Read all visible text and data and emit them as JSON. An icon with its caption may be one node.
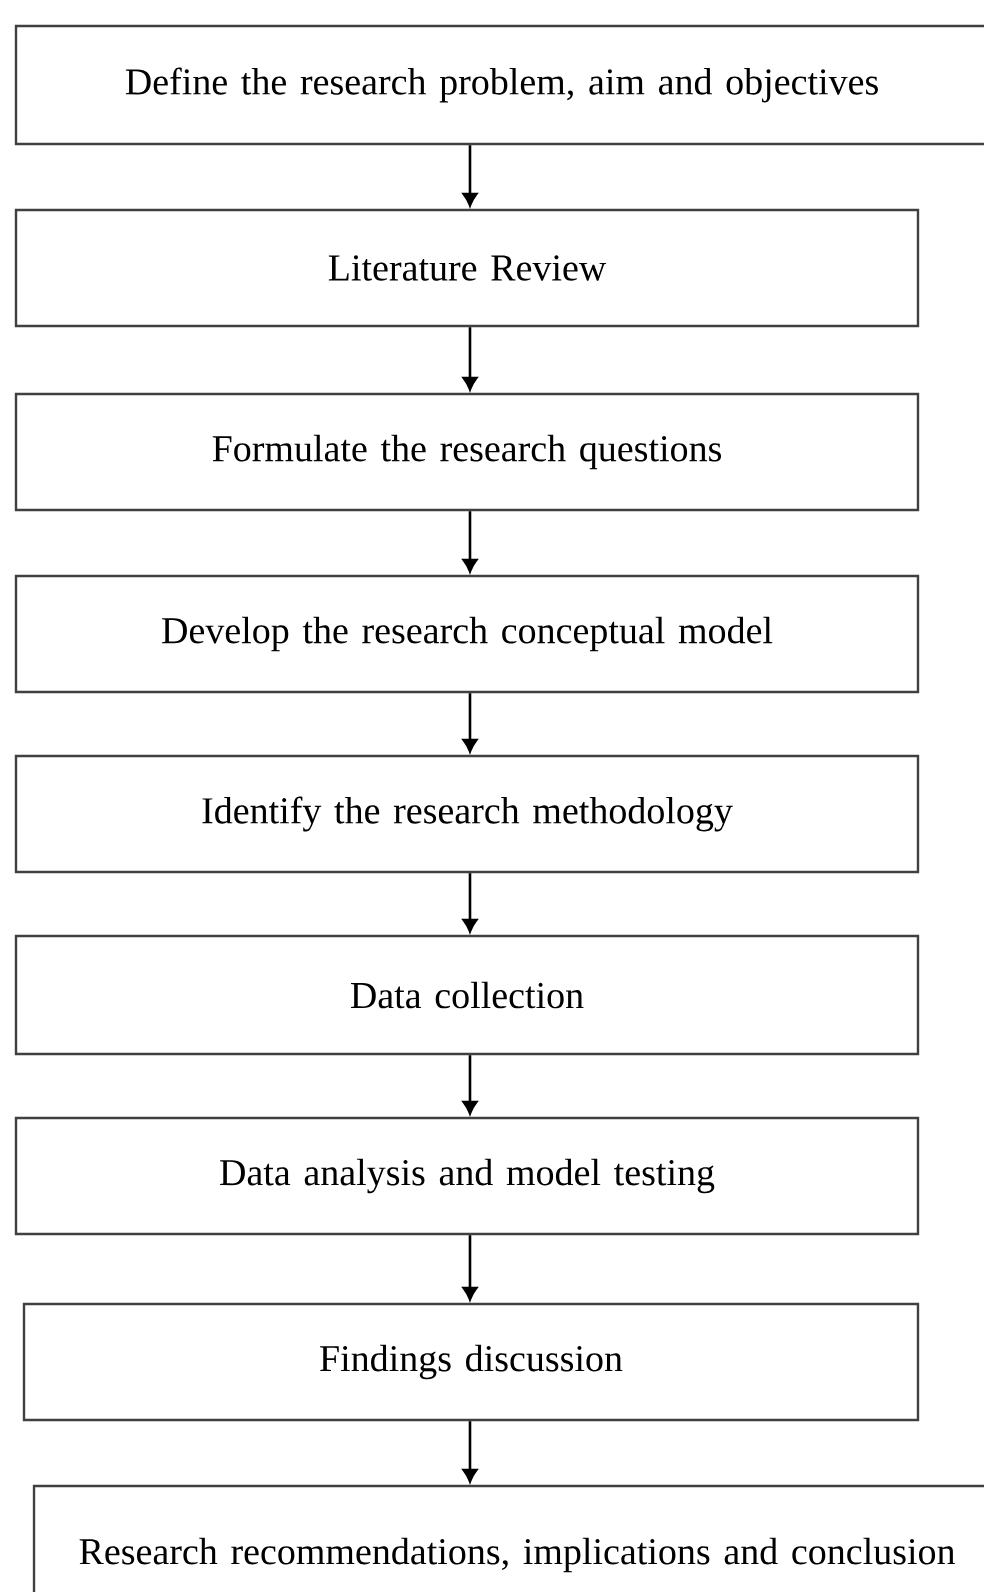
{
  "diagram": {
    "nodes": [
      {
        "text": [
          "Define the research problem, aim and objectives"
        ]
      },
      {
        "text": [
          "Literature Review"
        ]
      },
      {
        "text": [
          "Formulate the research questions"
        ]
      },
      {
        "text": [
          "Develop the research conceptual model"
        ]
      },
      {
        "text": [
          "Identify the research methodology"
        ]
      },
      {
        "text": [
          "Data collection"
        ]
      },
      {
        "text": [
          "Data analysis and model testing"
        ]
      },
      {
        "text": [
          "Findings discussion"
        ]
      },
      {
        "text": [
          "Research recommendations, implications and conclusion"
        ]
      }
    ],
    "edges": [
      {
        "from": 0,
        "to": 1,
        "arrow": "to"
      },
      {
        "from": 1,
        "to": 2,
        "arrow": "to"
      },
      {
        "from": 2,
        "to": 3,
        "arrow": "to"
      },
      {
        "from": 3,
        "to": 4,
        "arrow": "to"
      },
      {
        "from": 4,
        "to": 5,
        "arrow": "to"
      },
      {
        "from": 5,
        "to": 6,
        "arrow": "to"
      },
      {
        "from": 6,
        "to": 7,
        "arrow": "to"
      },
      {
        "from": 7,
        "to": 8,
        "arrow": "to"
      }
    ]
  }
}
